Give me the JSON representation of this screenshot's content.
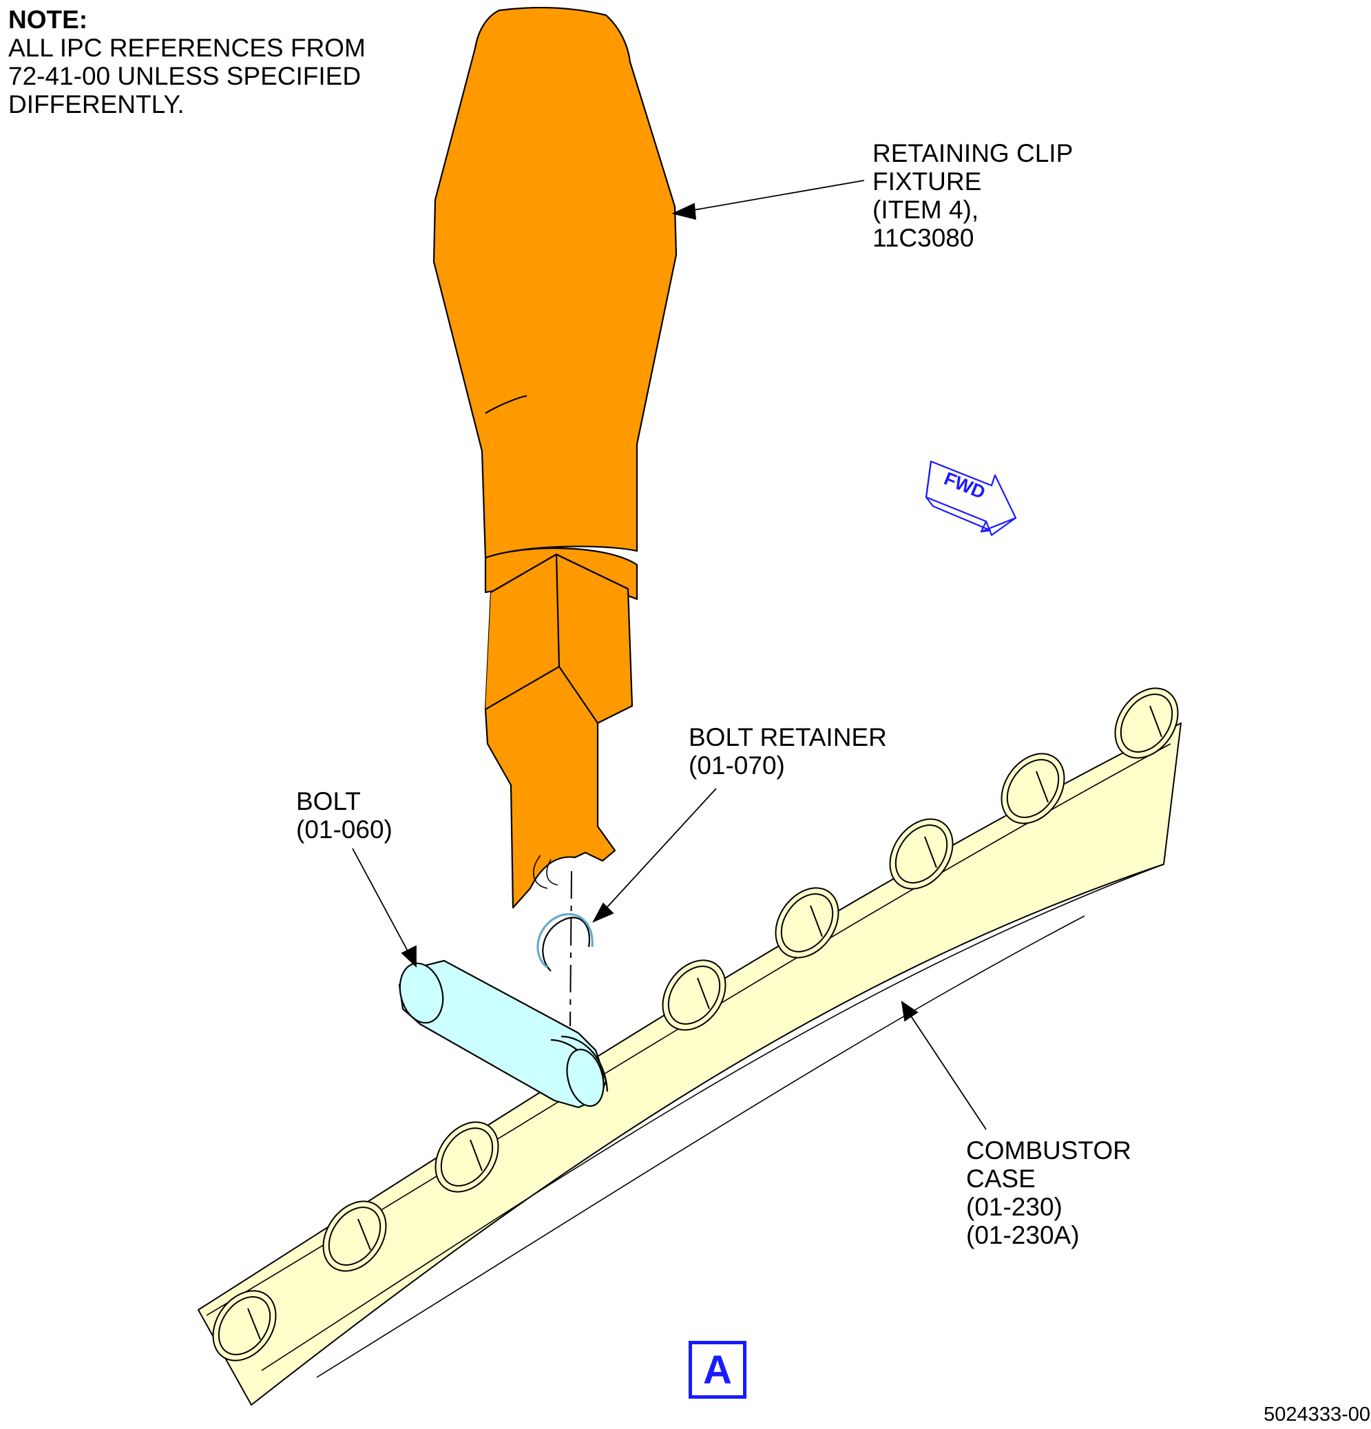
{
  "note": {
    "heading": "NOTE:",
    "lines": [
      "ALL IPC REFERENCES FROM",
      "72-41-00 UNLESS SPECIFIED",
      "DIFFERENTLY."
    ]
  },
  "labels": {
    "fixture": [
      "RETAINING CLIP",
      "FIXTURE",
      "(ITEM 4),",
      "11C3080"
    ],
    "retainer": [
      "BOLT RETAINER",
      "(01-070)"
    ],
    "bolt": [
      "BOLT",
      "(01-060)"
    ],
    "case": [
      "COMBUSTOR",
      "CASE",
      "(01-230)",
      "(01-230A)"
    ]
  },
  "fwd_label": "FWD",
  "view_label": "A",
  "doc_number": "5024333-00",
  "colors": {
    "fixture": "#ff9900",
    "bolt": "#ccffff",
    "case": "#ffffcc",
    "retainer": "#66aacc",
    "fwd": "#1a1aff"
  }
}
